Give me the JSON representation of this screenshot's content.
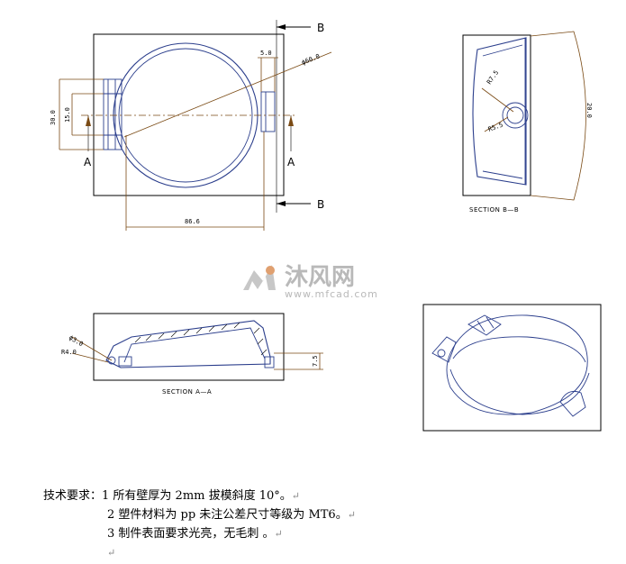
{
  "views": {
    "top": {
      "dims": {
        "width_total": "86.6",
        "diameter": "ϕ60.0",
        "slot": "5.0",
        "height": "30.0",
        "height_inner": "15.0"
      },
      "labels": {
        "a_left": "A",
        "a_right": "A",
        "b_top": "B",
        "b_bottom": "B"
      }
    },
    "section_bb": {
      "title": "SECTION B—B",
      "dims": {
        "r1": "R7.5",
        "r2": "R5.5",
        "size": "20.0"
      }
    },
    "section_aa": {
      "title": "SECTION A—A",
      "dims": {
        "hole": "ϕ3.0",
        "radius": "R4.0",
        "height": "7.5"
      }
    }
  },
  "watermark": {
    "brand": "沐风网",
    "url": "www.mfcad.com"
  },
  "tech_requirements": {
    "heading": "技术要求：",
    "items": [
      "1 所有壁厚为 2mm   拔模斜度 10°。",
      "2 塑件材料为 pp 未注公差尺寸等级为 MT6。",
      "3 制件表面要求光亮，无毛刺  。"
    ],
    "return_mark": "↵"
  }
}
